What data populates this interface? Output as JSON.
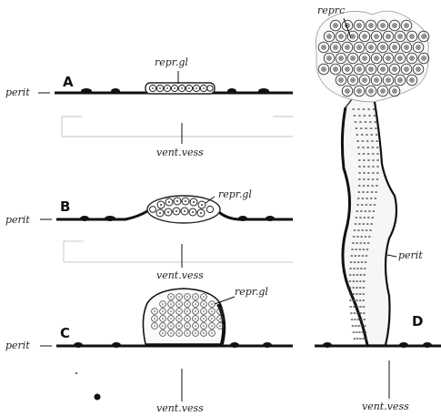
{
  "panels": {
    "A": {
      "letter": "A",
      "perit_label": "perit",
      "gland_label": "repr.gl",
      "vessel_label": "vent.vess"
    },
    "B": {
      "letter": "B",
      "perit_label": "perit",
      "gland_label": "repr.gl",
      "vessel_label": "vent.vess"
    },
    "C": {
      "letter": "C",
      "perit_label": "perit",
      "gland_label": "repr.gl",
      "vessel_label": "vent.vess"
    },
    "D": {
      "letter": "D",
      "gland_label": "reprc",
      "perit_label": "perit",
      "vessel_label": "vent.vess"
    }
  },
  "colors": {
    "ink": "#111111",
    "faint": "#b8b8b8",
    "cell": "#444444"
  }
}
